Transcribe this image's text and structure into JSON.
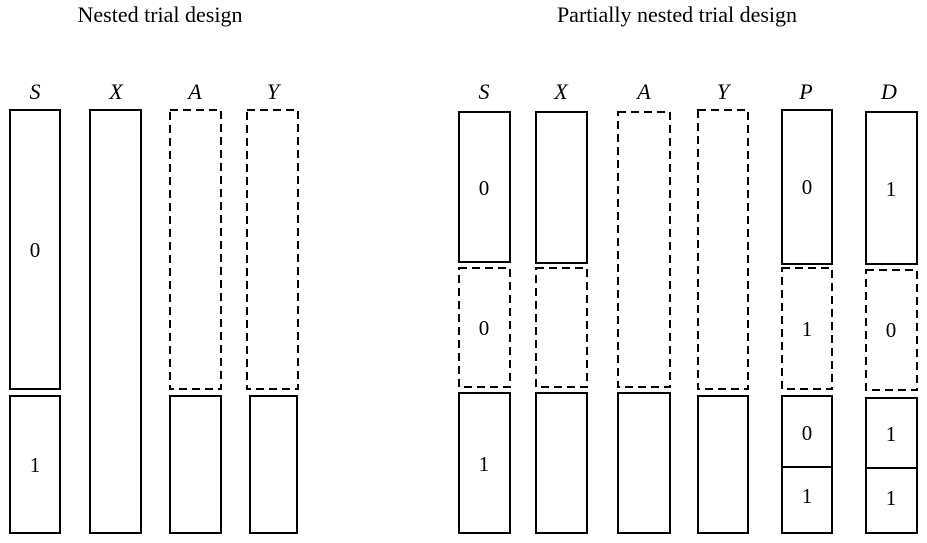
{
  "panels": [
    {
      "title": "Nested trial design",
      "columns": [
        {
          "name": "S",
          "blocks": [
            {
              "style": "solid",
              "label": "0"
            },
            {
              "style": "solid",
              "label": "1"
            }
          ]
        },
        {
          "name": "X",
          "blocks": [
            {
              "style": "solid",
              "label": ""
            }
          ]
        },
        {
          "name": "A",
          "blocks": [
            {
              "style": "dashed",
              "label": ""
            },
            {
              "style": "solid",
              "label": ""
            }
          ]
        },
        {
          "name": "Y",
          "blocks": [
            {
              "style": "dashed",
              "label": ""
            },
            {
              "style": "solid",
              "label": ""
            }
          ]
        }
      ]
    },
    {
      "title": "Partially nested trial design",
      "columns": [
        {
          "name": "S",
          "blocks": [
            {
              "style": "solid",
              "label": "0"
            },
            {
              "style": "dashed",
              "label": "0"
            },
            {
              "style": "solid",
              "label": "1"
            }
          ]
        },
        {
          "name": "X",
          "blocks": [
            {
              "style": "solid",
              "label": ""
            },
            {
              "style": "dashed",
              "label": ""
            },
            {
              "style": "solid",
              "label": ""
            }
          ]
        },
        {
          "name": "A",
          "blocks": [
            {
              "style": "dashed",
              "label": ""
            },
            {
              "style": "solid",
              "label": ""
            }
          ]
        },
        {
          "name": "Y",
          "blocks": [
            {
              "style": "dashed",
              "label": ""
            },
            {
              "style": "solid",
              "label": ""
            }
          ]
        },
        {
          "name": "P",
          "blocks": [
            {
              "style": "solid",
              "label": "0"
            },
            {
              "style": "dashed",
              "label": "1"
            },
            {
              "style": "solid",
              "label": "0"
            },
            {
              "style": "solid",
              "label": "1"
            }
          ]
        },
        {
          "name": "D",
          "blocks": [
            {
              "style": "solid",
              "label": "1"
            },
            {
              "style": "dashed",
              "label": "0"
            },
            {
              "style": "solid",
              "label": "1"
            },
            {
              "style": "solid",
              "label": "1"
            }
          ]
        }
      ]
    }
  ]
}
